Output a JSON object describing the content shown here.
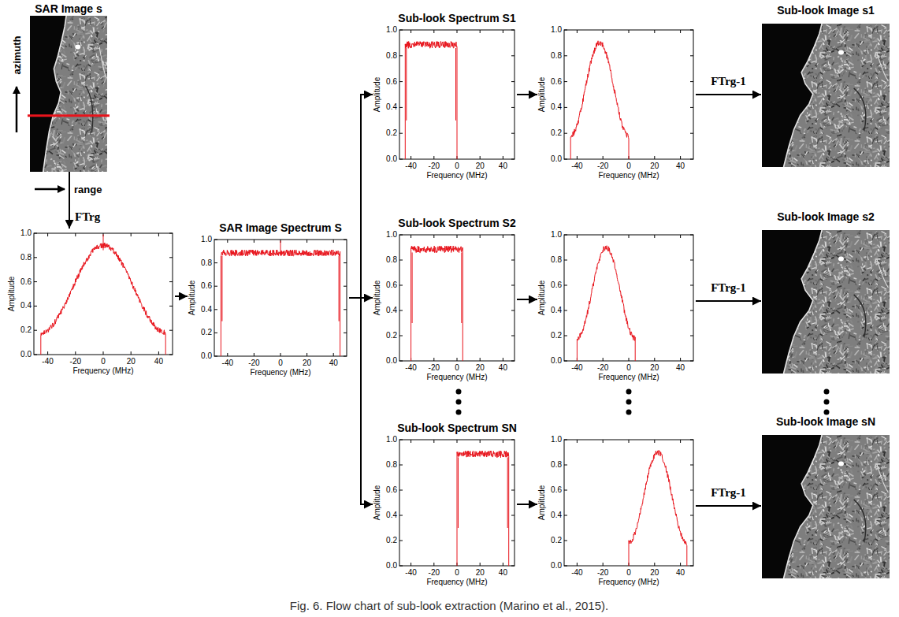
{
  "diagram": {
    "caption": "Fig. 6. Flow chart of sub-look extraction (Marino et al., 2015).",
    "nodes": [
      {
        "text": [
          "SAR Image s"
        ]
      },
      {
        "text": [
          "Amplitude",
          "Frequency (MHz)"
        ]
      },
      {
        "text": [
          "SAR Image Spectrum S",
          "Amplitude",
          "Frequency (MHz)"
        ]
      },
      {
        "text": [
          "Sub-look Spectrum S1",
          "Amplitude",
          "Frequency (MHz)"
        ]
      },
      {
        "text": [
          "Amplitude",
          "Frequency (MHz)"
        ]
      },
      {
        "text": [
          "Sub-look Image s1"
        ]
      },
      {
        "text": [
          "Sub-look Spectrum S2",
          "Amplitude",
          "Frequency (MHz)"
        ]
      },
      {
        "text": [
          "Amplitude",
          "Frequency (MHz)"
        ]
      },
      {
        "text": [
          "Sub-look Image s2"
        ]
      },
      {
        "text": [
          "Sub-look Spectrum SN",
          "Amplitude",
          "Frequency (MHz)"
        ]
      },
      {
        "text": [
          "Amplitude",
          "Frequency (MHz)"
        ]
      },
      {
        "text": [
          "Sub-look Image sN"
        ]
      }
    ],
    "edges": [
      {
        "from": 0,
        "to": 1,
        "arrow": "to",
        "label": "FTrg"
      },
      {
        "from": 1,
        "to": 2,
        "arrow": "to"
      },
      {
        "from": 2,
        "to": 3,
        "arrow": "to"
      },
      {
        "from": 2,
        "to": 6,
        "arrow": "to"
      },
      {
        "from": 2,
        "to": 9,
        "arrow": "to"
      },
      {
        "from": 3,
        "to": 4,
        "arrow": "to"
      },
      {
        "from": 6,
        "to": 7,
        "arrow": "to"
      },
      {
        "from": 9,
        "to": 10,
        "arrow": "to"
      },
      {
        "from": 4,
        "to": 5,
        "arrow": "to",
        "label": "FTrg-1"
      },
      {
        "from": 7,
        "to": 8,
        "arrow": "to",
        "label": "FTrg-1"
      },
      {
        "from": 10,
        "to": 11,
        "arrow": "to",
        "label": "FTrg-1"
      }
    ],
    "labels": [
      "azimuth",
      "range",
      "1.0",
      "0.8",
      "0.6",
      "0.4",
      "0.2",
      "0.0",
      "-40",
      "-20",
      "0",
      "20",
      "40",
      "1.0",
      "0.8",
      "0.6",
      "0.4",
      "0.2",
      "0.0",
      "-40",
      "-20",
      "0",
      "20",
      "40",
      "1.0",
      "0.8",
      "0.6",
      "0.4",
      "0.2",
      "0.0",
      "-40",
      "-20",
      "0",
      "20",
      "40",
      "1.0",
      "0.8",
      "0.6",
      "0.4",
      "0.2",
      "0.0",
      "-40",
      "-20",
      "0",
      "20",
      "40",
      "1.0",
      "0.8",
      "0.6",
      "0.4",
      "0.2",
      "0.0",
      "-40",
      "-20",
      "0",
      "20",
      "40",
      "1.0",
      "0.8",
      "0.6",
      "0.4",
      "0.2",
      "0.0",
      "-40",
      "-20",
      "0",
      "20",
      "40",
      "1.0",
      "0.8",
      "0.6",
      "0.4",
      "0.2",
      "0.0",
      "-40",
      "-20",
      "0",
      "20",
      "40",
      "1.0",
      "0.8",
      "0.6",
      "0.4",
      "0.2",
      "0.0",
      "-40",
      "-20",
      "0",
      "20",
      "40"
    ]
  }
}
